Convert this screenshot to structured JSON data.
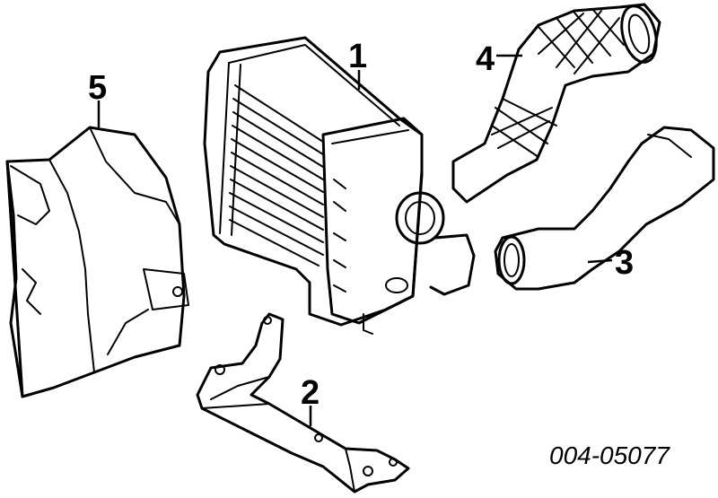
{
  "callouts": [
    {
      "id": "1",
      "label": "1"
    },
    {
      "id": "2",
      "label": "2"
    },
    {
      "id": "3",
      "label": "3"
    },
    {
      "id": "4",
      "label": "4"
    },
    {
      "id": "5",
      "label": "5"
    }
  ],
  "diagram_code": "004-05077",
  "colors": {
    "line": "#000000",
    "background": "#ffffff"
  }
}
